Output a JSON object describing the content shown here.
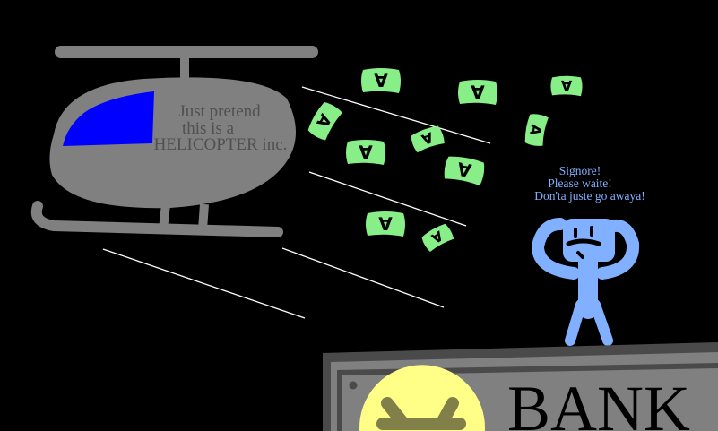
{
  "helicopter": {
    "label_lines": [
      "Just pretend",
      "this is a",
      "HELICOPTER inc."
    ]
  },
  "speech": {
    "lines": [
      "Signore!",
      "Please waite!",
      "Don'ta juste go awaya!"
    ]
  },
  "bank": {
    "sign_text": "BANK"
  },
  "money": {
    "bill_symbol": "∀"
  },
  "colors": {
    "background": "#000000",
    "helicopter_body": "#808080",
    "window": "#0000ff",
    "bill": "#88ee88",
    "person": "#80b0ff",
    "bank_frame": "#4a4a4a",
    "bank_panel": "#808080",
    "coin": "#ffff88",
    "coin_symbol": "#808048"
  }
}
